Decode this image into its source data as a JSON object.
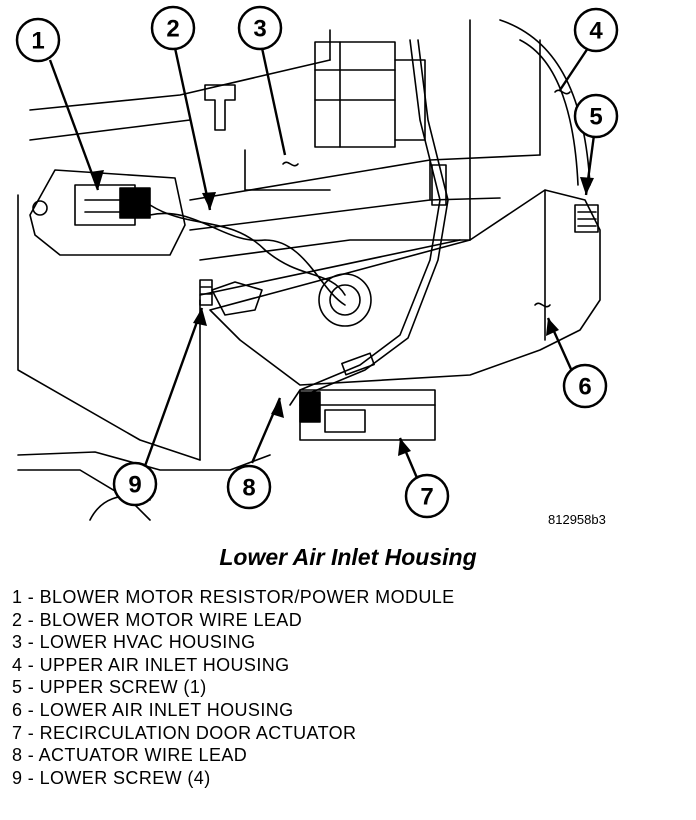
{
  "callouts": [
    "1",
    "2",
    "3",
    "4",
    "5",
    "6",
    "7",
    "8",
    "9"
  ],
  "figure_code": "812958b3",
  "caption": "Lower Air Inlet Housing",
  "legend": [
    "1 - BLOWER MOTOR RESISTOR/POWER MODULE",
    "2 - BLOWER MOTOR WIRE LEAD",
    "3 - LOWER HVAC HOUSING",
    "4 - UPPER AIR INLET HOUSING",
    "5 - UPPER SCREW (1)",
    "6 - LOWER AIR INLET HOUSING",
    "7 - RECIRCULATION DOOR ACTUATOR",
    "8 - ACTUATOR WIRE LEAD",
    "9 - LOWER SCREW (4)"
  ]
}
